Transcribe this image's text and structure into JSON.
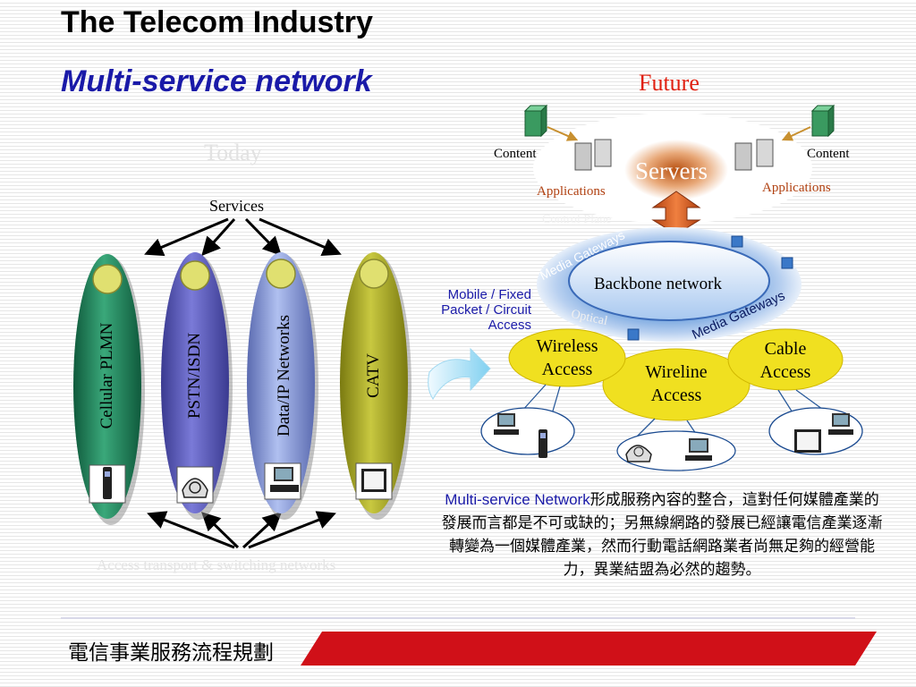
{
  "title": "The Telecom Industry",
  "subtitle": "Multi-service network",
  "today": {
    "heading": "Today",
    "services_label": "Services",
    "networks": [
      "Cellular PLMN",
      "PSTN/ISDN",
      "Data/IP Networks",
      "CATV"
    ],
    "network_icons": [
      "mobile-phone-icon",
      "telephone-icon",
      "computer-icon",
      "tv-icon"
    ],
    "bottom_label": "Access transport & switching networks",
    "colors": [
      "#1f7a58",
      "#5a5ab8",
      "#8898d8",
      "#a8a820"
    ]
  },
  "future": {
    "heading": "Future",
    "content_left": "Content",
    "content_right": "Content",
    "applications_left": "Applications",
    "applications_right": "Applications",
    "servers": "Servers",
    "control_plane": "Control Plane",
    "media_gateways_left": "Media Gateways",
    "media_gateways_right": "Media Gateways",
    "backbone": "Backbone network",
    "optical": "Optical",
    "mobile_fixed": [
      "Mobile / Fixed",
      "Packet / Circuit",
      "Access"
    ],
    "wireless": [
      "Wireless",
      "Access"
    ],
    "wireline": [
      "Wireline",
      "Access"
    ],
    "cable": [
      "Cable",
      "Access"
    ]
  },
  "description": {
    "highlight": "Multi-service Network",
    "text": "形成服務內容的整合，這對任何媒體產業的發展而言都是不可或缺的；另無線網路的發展已經讓電信產業逐漸轉變為一個媒體產業，然而行動電話網路業者尚無足夠的經營能力，異業結盟為必然的趨勢。"
  },
  "footer": "電信事業服務流程規劃"
}
